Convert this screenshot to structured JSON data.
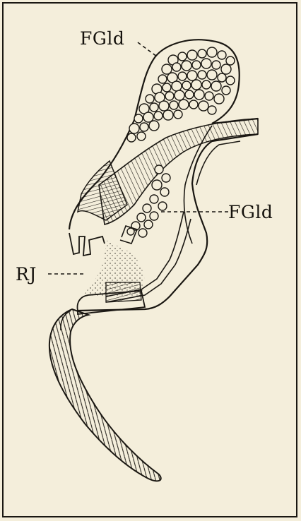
{
  "labels": {
    "fgld_top": "FGld",
    "fgld_mid": "FGld",
    "rj": "RJ"
  },
  "colors": {
    "paper": "#f4eedb",
    "ink": "#1a1712"
  }
}
